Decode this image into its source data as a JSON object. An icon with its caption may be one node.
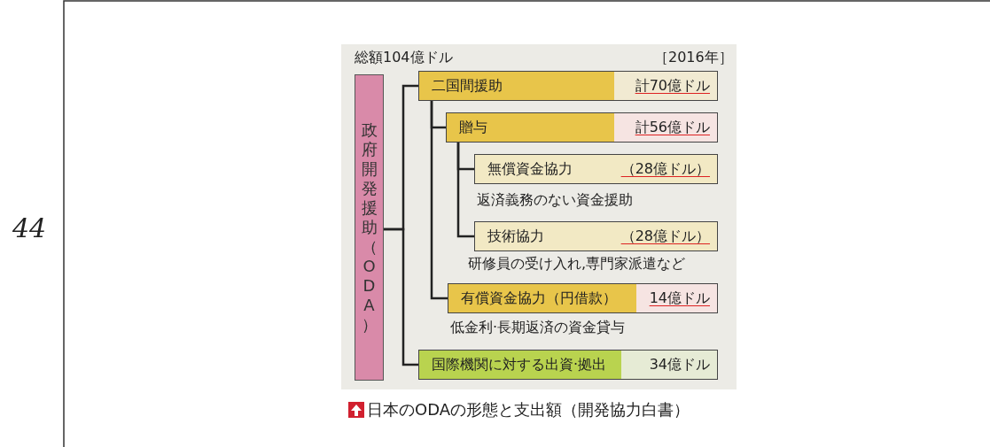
{
  "diagram": {
    "title": "総額104億ドル",
    "caption": "日本のODAの形態と支出額（開発協力白書）",
    "nodes": [
      {
        "text": [
          "政府開発援助（ODA）"
        ]
      },
      {
        "text": [
          "二国間援助",
          "計70億ドル"
        ]
      },
      {
        "text": [
          "贈与",
          "計56億ドル"
        ]
      },
      {
        "text": [
          "無償資金協力",
          "（28億ドル）"
        ],
        "beside": [
          "返済義務のない資金援助"
        ]
      },
      {
        "text": [
          "技術協力",
          "（28億ドル）"
        ],
        "beside": [
          "研修員の受け入れ,専門家派遣など"
        ]
      },
      {
        "text": [
          "有償資金協力（円借款）",
          "14億ドル"
        ],
        "beside": [
          "低金利·長期返済の資金貸与"
        ]
      },
      {
        "text": [
          "国際機関に対する出資·拠出",
          "34億ドル"
        ]
      }
    ],
    "edges": [
      {
        "from": 0,
        "to": 1,
        "arrow": "none"
      },
      {
        "from": 0,
        "to": 6,
        "arrow": "none"
      },
      {
        "from": 1,
        "to": 2,
        "arrow": "none"
      },
      {
        "from": 1,
        "to": 5,
        "arrow": "none"
      },
      {
        "from": 2,
        "to": 3,
        "arrow": "none"
      },
      {
        "from": 2,
        "to": 4,
        "arrow": "none"
      }
    ],
    "labels": [
      "［2016年］",
      "44"
    ]
  }
}
